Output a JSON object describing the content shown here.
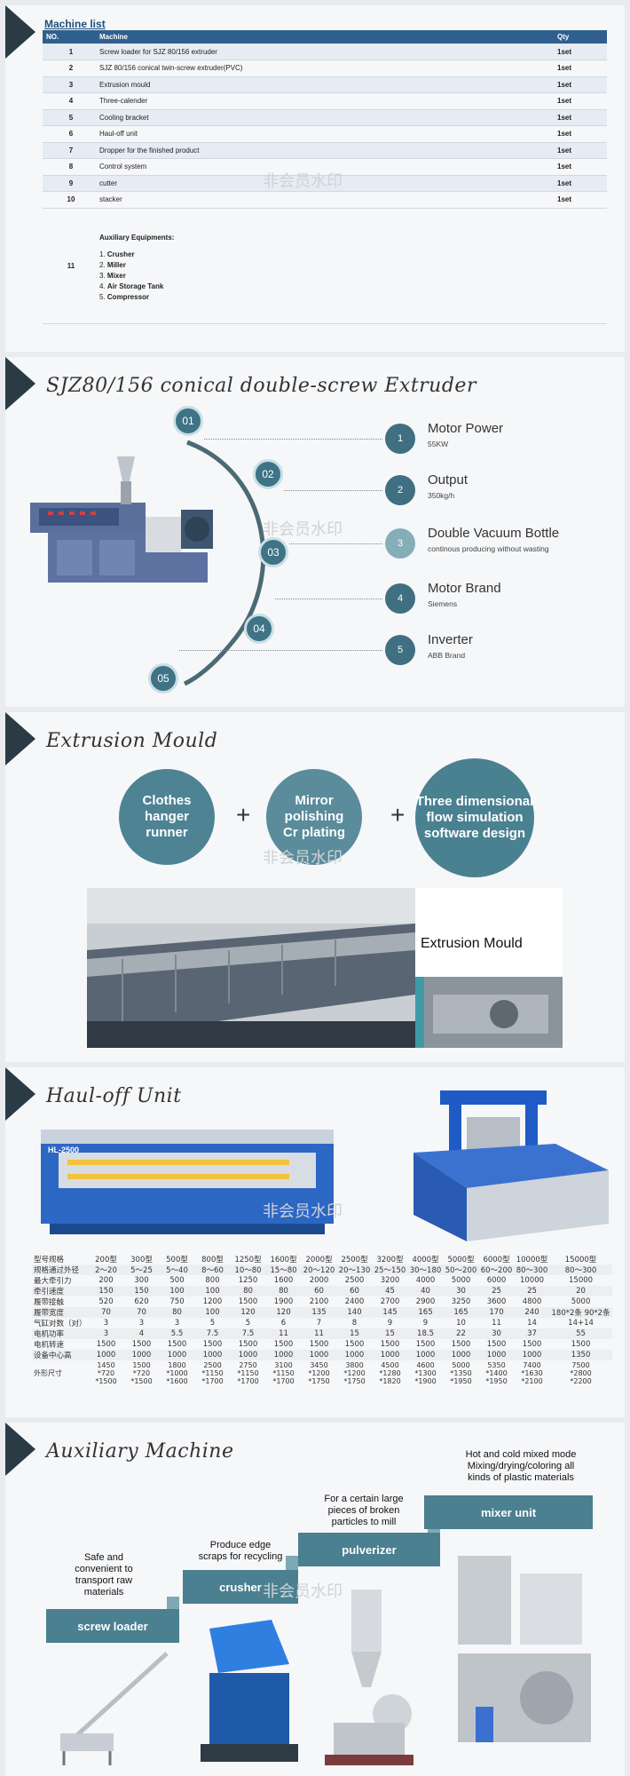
{
  "machine_list": {
    "title": "Machine list",
    "headers": {
      "no": "NO.",
      "machine": "Machine",
      "qty": "Qty"
    },
    "rows": [
      {
        "no": "1",
        "machine": "Screw loader for SJZ 80/156 extruder",
        "qty": "1set"
      },
      {
        "no": "2",
        "machine": "SJZ 80/156 conical twin-screw extruder(PVC)",
        "qty": "1set"
      },
      {
        "no": "3",
        "machine": "Extrusion mould",
        "qty": "1set"
      },
      {
        "no": "4",
        "machine": "Three-calender",
        "qty": "1set"
      },
      {
        "no": "5",
        "machine": "Cooling bracket",
        "qty": "1set"
      },
      {
        "no": "6",
        "machine": "Haul-off unit",
        "qty": "1set"
      },
      {
        "no": "7",
        "machine": "Dropper for the finished product",
        "qty": "1set"
      },
      {
        "no": "8",
        "machine": "Control system",
        "qty": "1set"
      },
      {
        "no": "9",
        "machine": "cutter",
        "qty": "1set"
      },
      {
        "no": "10",
        "machine": "stacker",
        "qty": "1set"
      }
    ],
    "aux_no": "11",
    "aux_title": "Auxiliary Equipments:",
    "aux_items": [
      {
        "n": "1.",
        "name": "Crusher"
      },
      {
        "n": "2.",
        "name": "Miller"
      },
      {
        "n": "3.",
        "name": "Mixer"
      },
      {
        "n": "4.",
        "name": "Air Storage Tank"
      },
      {
        "n": "5.",
        "name": "Compressor"
      }
    ]
  },
  "watermark": "非会员水印",
  "extruder": {
    "title": "SJZ80/156 conical double-screw Extruder",
    "steps": [
      "01",
      "02",
      "03",
      "04",
      "05"
    ],
    "features": [
      {
        "num": "1",
        "title": "Motor Power",
        "sub": "55KW"
      },
      {
        "num": "2",
        "title": "Output",
        "sub": "350kg/h"
      },
      {
        "num": "3",
        "title": "Double Vacuum Bottle",
        "sub": "continous producing without wasting"
      },
      {
        "num": "4",
        "title": "Motor Brand",
        "sub": "Siemens"
      },
      {
        "num": "5",
        "title": "Inverter",
        "sub": "ABB Brand"
      }
    ]
  },
  "mould": {
    "title": "Extrusion Mould",
    "circles": [
      {
        "line1": "Clothes",
        "line2": "hanger",
        "line3": "runner"
      },
      {
        "line1": "Mirror",
        "line2": "polishing",
        "line3": "Cr plating"
      },
      {
        "line1": "Three dimensional",
        "line2": "flow simulation",
        "line3": "software design"
      }
    ],
    "plus": "+",
    "caption": "Extrusion Mould"
  },
  "haul_off": {
    "title": "Haul-off Unit",
    "machine_label": "HL-2500",
    "rows": [
      {
        "label": "型号规格",
        "cells": [
          "200型",
          "300型",
          "500型",
          "800型",
          "1250型",
          "1600型",
          "2000型",
          "2500型",
          "3200型",
          "4000型",
          "5000型",
          "6000型",
          "10000型",
          "15000型"
        ]
      },
      {
        "label": "规格通过外径",
        "cells": [
          "2～20",
          "5～25",
          "5～40",
          "8～60",
          "10～80",
          "15～80",
          "20～120",
          "20～130",
          "25～150",
          "30～180",
          "50～200",
          "60～200",
          "80～300",
          "80～300"
        ]
      },
      {
        "label": "最大牵引力",
        "cells": [
          "200",
          "300",
          "500",
          "800",
          "1250",
          "1600",
          "2000",
          "2500",
          "3200",
          "4000",
          "5000",
          "6000",
          "10000",
          "15000"
        ]
      },
      {
        "label": "牵引速度",
        "cells": [
          "150",
          "150",
          "100",
          "100",
          "80",
          "80",
          "60",
          "60",
          "45",
          "40",
          "30",
          "25",
          "25",
          "20"
        ]
      },
      {
        "label": "履带接触",
        "cells": [
          "520",
          "620",
          "750",
          "1200",
          "1500",
          "1900",
          "2100",
          "2400",
          "2700",
          "2900",
          "3250",
          "3600",
          "4800",
          "5000"
        ]
      },
      {
        "label": "履带宽度",
        "cells": [
          "70",
          "70",
          "80",
          "100",
          "120",
          "120",
          "135",
          "140",
          "145",
          "165",
          "165",
          "170",
          "240",
          "180*2条 90*2条"
        ]
      },
      {
        "label": "气缸对数（对）",
        "cells": [
          "3",
          "3",
          "3",
          "5",
          "5",
          "6",
          "7",
          "8",
          "9",
          "9",
          "10",
          "11",
          "14",
          "14+14"
        ]
      },
      {
        "label": "电机功率",
        "cells": [
          "3",
          "4",
          "5.5",
          "7.5",
          "7.5",
          "11",
          "11",
          "15",
          "15",
          "18.5",
          "22",
          "30",
          "37",
          "55"
        ]
      },
      {
        "label": "电机转速",
        "cells": [
          "1500",
          "1500",
          "1500",
          "1500",
          "1500",
          "1500",
          "1500",
          "1500",
          "1500",
          "1500",
          "1500",
          "1500",
          "1500",
          "1500"
        ]
      },
      {
        "label": "设备中心高",
        "cells": [
          "1000",
          "1000",
          "1000",
          "1000",
          "1000",
          "1000",
          "1000",
          "1000",
          "1000",
          "1000",
          "1000",
          "1000",
          "1000",
          "1350"
        ]
      },
      {
        "label": "外形尺寸",
        "cells": [
          "1450 *720 *1500",
          "1500 *720 *1500",
          "1800 *1000 *1600",
          "2500 *1150 *1700",
          "2750 *1150 *1700",
          "3100 *1150 *1700",
          "3450 *1200 *1750",
          "3800 *1200 *1750",
          "4500 *1280 *1820",
          "4600 *1300 *1900",
          "5000 *1350 *1950",
          "5350 *1400 *1950",
          "7400 *1630 *2100",
          "7500 *2800 *2200"
        ]
      }
    ]
  },
  "auxiliary": {
    "title": "Auxiliary Machine",
    "items": [
      {
        "name": "screw loader",
        "desc": [
          "Safe and",
          "convenient to",
          "transport raw",
          "materials"
        ]
      },
      {
        "name": "crusher",
        "desc": [
          "Produce edge",
          "scraps for recycling"
        ]
      },
      {
        "name": "pulverizer",
        "desc": [
          "For a certain large",
          "pieces of broken",
          "particles to mill"
        ]
      },
      {
        "name": "mixer unit",
        "desc": [
          "Hot and cold mixed mode",
          "Mixing/drying/coloring all",
          "kinds of plastic materials"
        ]
      }
    ]
  },
  "colors": {
    "accent": "#3f7385",
    "dark": "#2b3b45",
    "table_header": "#2f5f8e"
  }
}
